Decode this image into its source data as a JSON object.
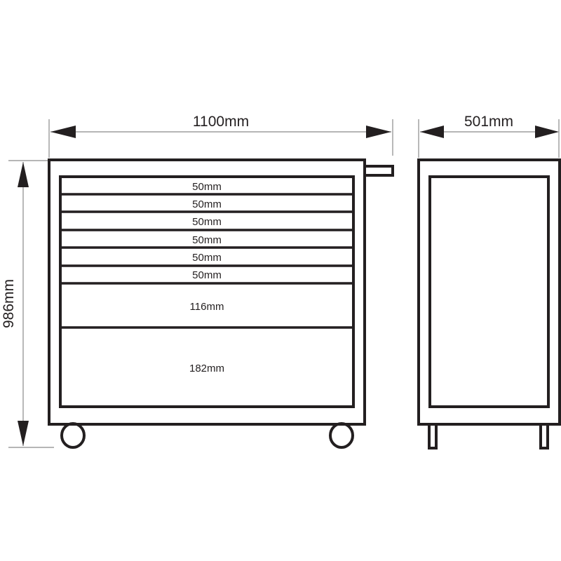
{
  "dimensions": {
    "width": "1100mm",
    "depth": "501mm",
    "height": "986mm"
  },
  "drawers": [
    {
      "label": "50mm"
    },
    {
      "label": "50mm"
    },
    {
      "label": "50mm"
    },
    {
      "label": "50mm"
    },
    {
      "label": "50mm"
    },
    {
      "label": "50mm"
    },
    {
      "label": "116mm"
    },
    {
      "label": "182mm"
    }
  ],
  "colors": {
    "line": "#231f20",
    "dimension": "#8a8a8a"
  }
}
